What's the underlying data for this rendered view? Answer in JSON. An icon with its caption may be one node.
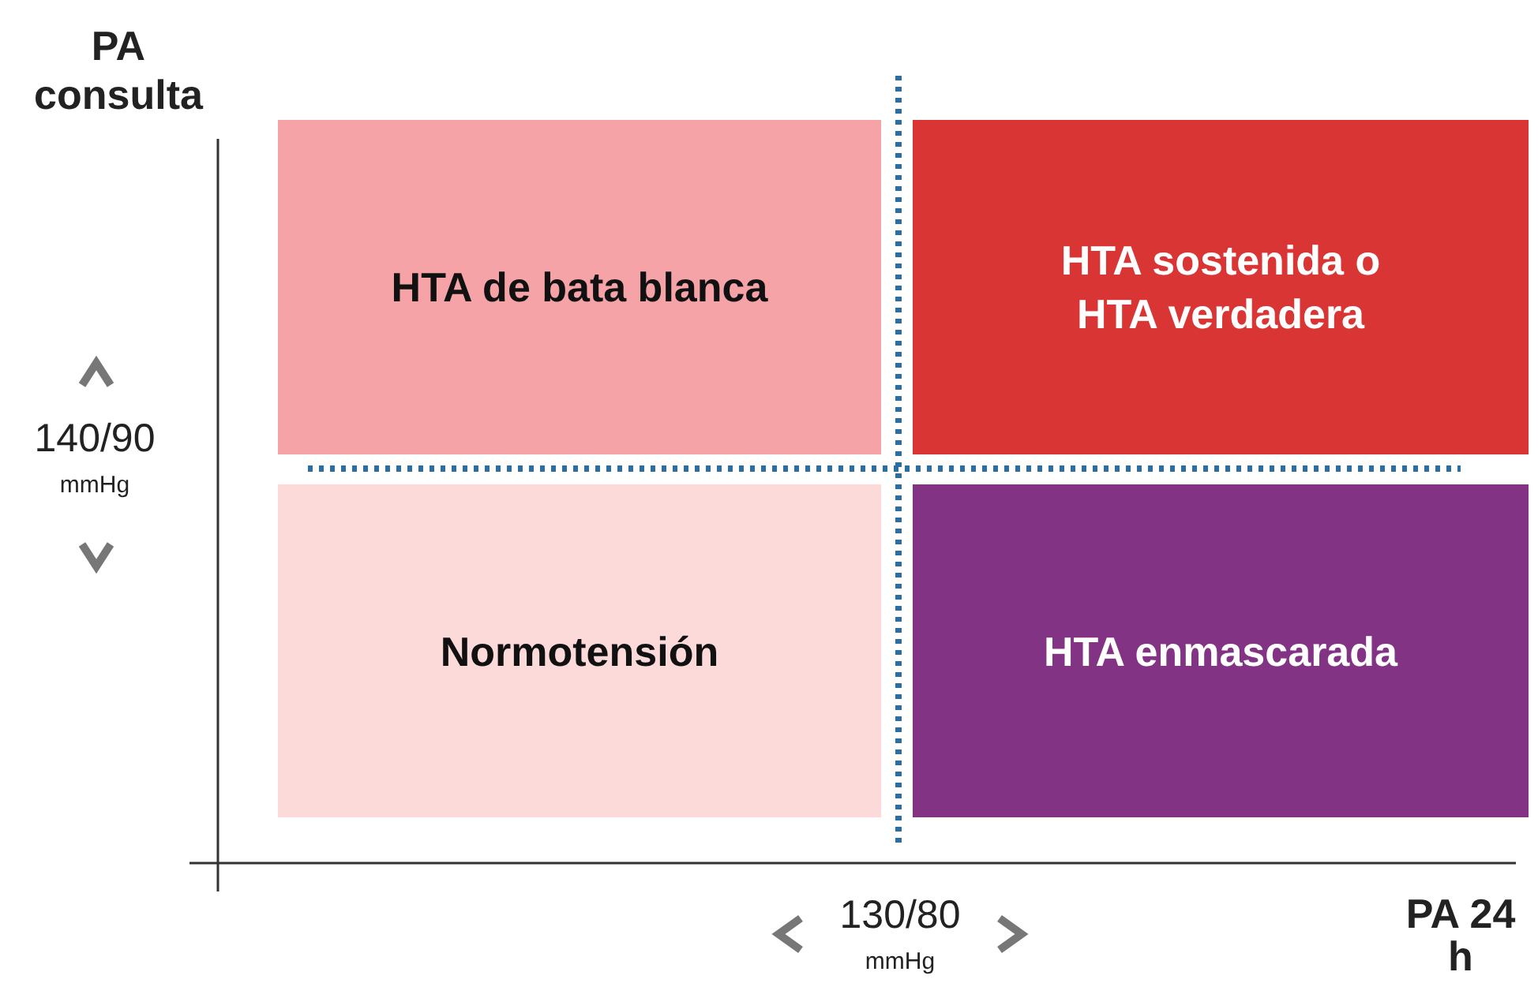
{
  "diagram": {
    "nodes": [
      {
        "text": [
          "HTA de bata blanca"
        ]
      },
      {
        "text": [
          "HTA sostenida o HTA verdadera"
        ]
      },
      {
        "text": [
          "Normotensión"
        ]
      },
      {
        "text": [
          "HTA enmascarada"
        ]
      }
    ],
    "labels": [
      "PA consulta",
      "140/90",
      "mmHg",
      "130/80",
      "mmHg",
      "PA 24 h"
    ]
  }
}
